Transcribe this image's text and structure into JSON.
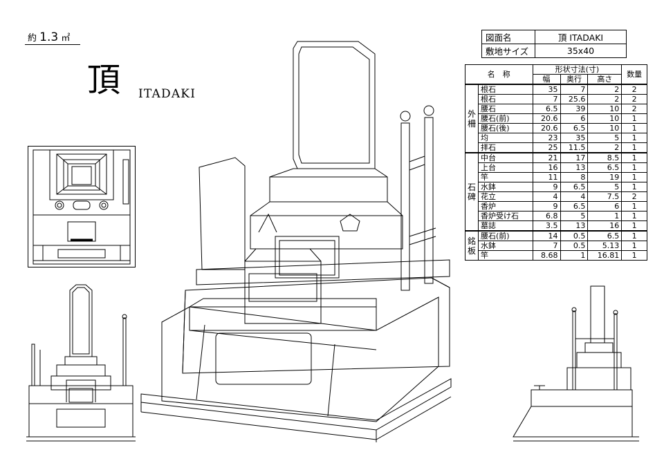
{
  "header": {
    "area_prefix": "約",
    "area_value": "1.3",
    "area_unit": "㎡",
    "title_kanji": "頂",
    "title_roman": "ITADAKI"
  },
  "info_table": {
    "rows": [
      {
        "label": "図面名",
        "value": "頂  ITADAKI"
      },
      {
        "label": "敷地サイズ",
        "value": "35x40"
      }
    ]
  },
  "spec_table": {
    "header_top": "形状寸法(寸)",
    "col_name": "名　称",
    "col_width": "幅",
    "col_depth": "奥行",
    "col_height": "高さ",
    "col_qty": "数量",
    "groups": [
      {
        "name": "外柵",
        "rows": [
          {
            "name": "根石",
            "w": "35",
            "d": "7",
            "h": "2",
            "q": "2"
          },
          {
            "name": "根石",
            "w": "7",
            "d": "25.6",
            "h": "2",
            "q": "2"
          },
          {
            "name": "腰石",
            "w": "6.5",
            "d": "39",
            "h": "10",
            "q": "2"
          },
          {
            "name": "腰石(前)",
            "w": "20.6",
            "d": "6",
            "h": "10",
            "q": "1"
          },
          {
            "name": "腰石(後)",
            "w": "20.6",
            "d": "6.5",
            "h": "10",
            "q": "1"
          },
          {
            "name": "均",
            "w": "23",
            "d": "35",
            "h": "5",
            "q": "1"
          },
          {
            "name": "拝石",
            "w": "25",
            "d": "11.5",
            "h": "2",
            "q": "1"
          }
        ]
      },
      {
        "name": "石碑",
        "rows": [
          {
            "name": "中台",
            "w": "21",
            "d": "17",
            "h": "8.5",
            "q": "1"
          },
          {
            "name": "上台",
            "w": "16",
            "d": "13",
            "h": "6.5",
            "q": "1"
          },
          {
            "name": "竿",
            "w": "11",
            "d": "8",
            "h": "19",
            "q": "1"
          },
          {
            "name": "水鉢",
            "w": "9",
            "d": "6.5",
            "h": "5",
            "q": "1"
          },
          {
            "name": "花立",
            "w": "4",
            "d": "4",
            "h": "7.5",
            "q": "2"
          },
          {
            "name": "香炉",
            "w": "9",
            "d": "6.5",
            "h": "6",
            "q": "1"
          },
          {
            "name": "香炉受け石",
            "w": "6.8",
            "d": "5",
            "h": "1",
            "q": "1"
          },
          {
            "name": "墓誌",
            "w": "3.5",
            "d": "13",
            "h": "16",
            "q": "1"
          }
        ]
      },
      {
        "name": "銘板",
        "rows": [
          {
            "name": "腰石(前)",
            "w": "14",
            "d": "0.5",
            "h": "6.5",
            "q": "1"
          },
          {
            "name": "水鉢",
            "w": "7",
            "d": "0.5",
            "h": "5.13",
            "q": "1"
          },
          {
            "name": "竿",
            "w": "8.68",
            "d": "1",
            "h": "16.81",
            "q": "1"
          }
        ]
      }
    ]
  }
}
